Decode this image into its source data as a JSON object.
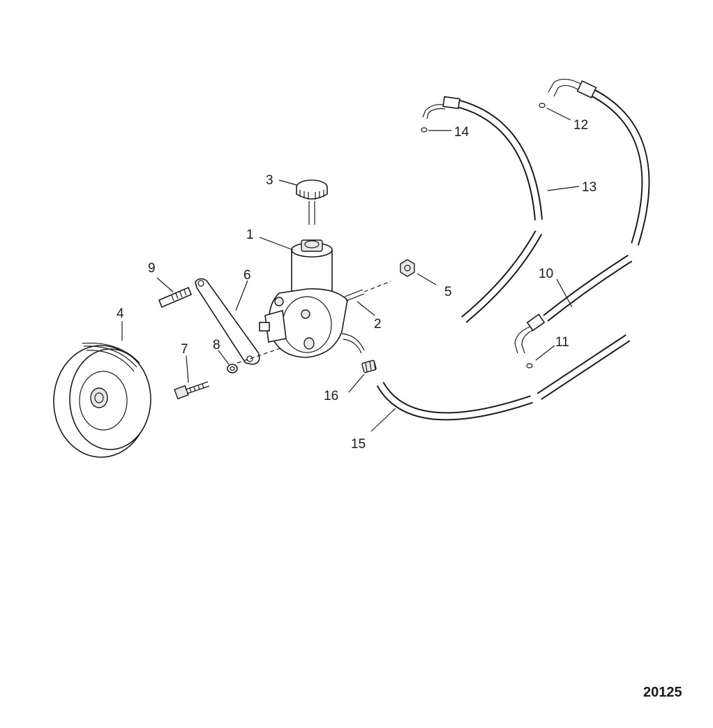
{
  "callouts": {
    "c1": "1",
    "c2": "2",
    "c3": "3",
    "c4": "4",
    "c5": "5",
    "c6": "6",
    "c7": "7",
    "c8": "8",
    "c9": "9",
    "c10": "10",
    "c11": "11",
    "c12": "12",
    "c13": "13",
    "c14": "14",
    "c15": "15",
    "c16": "16"
  },
  "figure_number": "20125",
  "icons": [
    "pulley-icon",
    "pump-icon",
    "cap-icon",
    "hose-icon",
    "fitting-icon",
    "bolt-icon",
    "nut-icon",
    "washer-icon",
    "bracket-icon"
  ]
}
